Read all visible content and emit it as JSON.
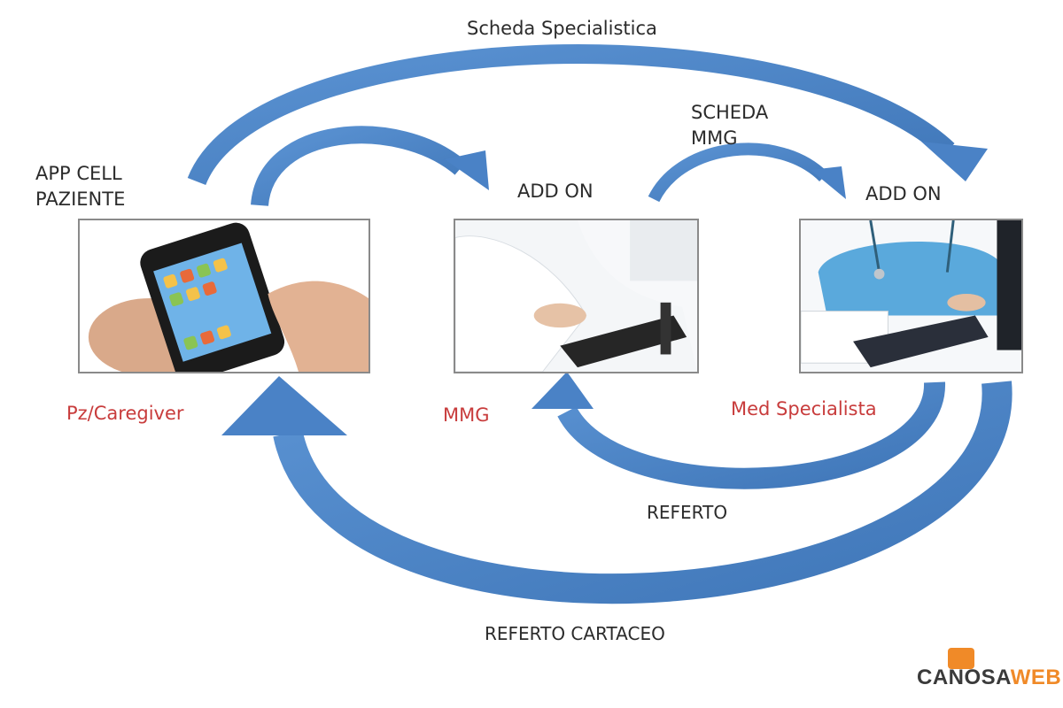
{
  "labels": {
    "scheda_specialistica": "Scheda Specialistica",
    "scheda_mmg_line1": "SCHEDA",
    "scheda_mmg_line2": "MMG",
    "app_cell_line1": "APP CELL",
    "app_cell_line2": "PAZIENTE",
    "add_on_mmg": "ADD ON",
    "add_on_specialist": "ADD ON",
    "referto": "REFERTO",
    "referto_cartaceo": "REFERTO CARTACEO"
  },
  "roles": {
    "patient": "Pz/Caregiver",
    "mmg": "MMG",
    "specialist": "Med Specialista"
  },
  "watermark": {
    "part1": "CANOSA",
    "part2": "WEB"
  },
  "colors": {
    "arrow": "#4a82c6",
    "role_text": "#c83c3c",
    "brand_orange": "#f08a28"
  }
}
